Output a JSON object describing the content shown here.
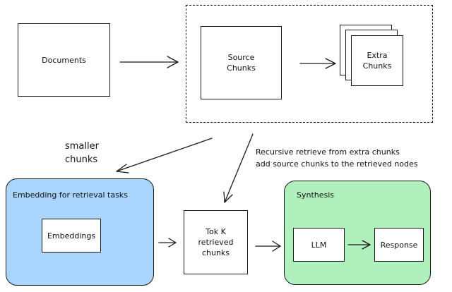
{
  "nodes": {
    "documents": "Documents",
    "source_chunks": "Source\nChunks",
    "extra_chunks": "Extra\nChunks",
    "embeddings": "Embeddings",
    "top_k": "Tok K\nretrieved\nchunks",
    "llm": "LLM",
    "response": "Response"
  },
  "groups": {
    "embedding_title": "Embedding for retrieval tasks",
    "synthesis_title": "Synthesis"
  },
  "annotations": {
    "smaller_chunks": "smaller\nchunks",
    "recursive_note": "Recursive retrieve from extra chunks\nadd source chunks to the retrieved nodes"
  },
  "colors": {
    "embedding_fill": "#a9d4fb",
    "synthesis_fill": "#b0f0bc",
    "stroke": "#1a1a1a"
  }
}
